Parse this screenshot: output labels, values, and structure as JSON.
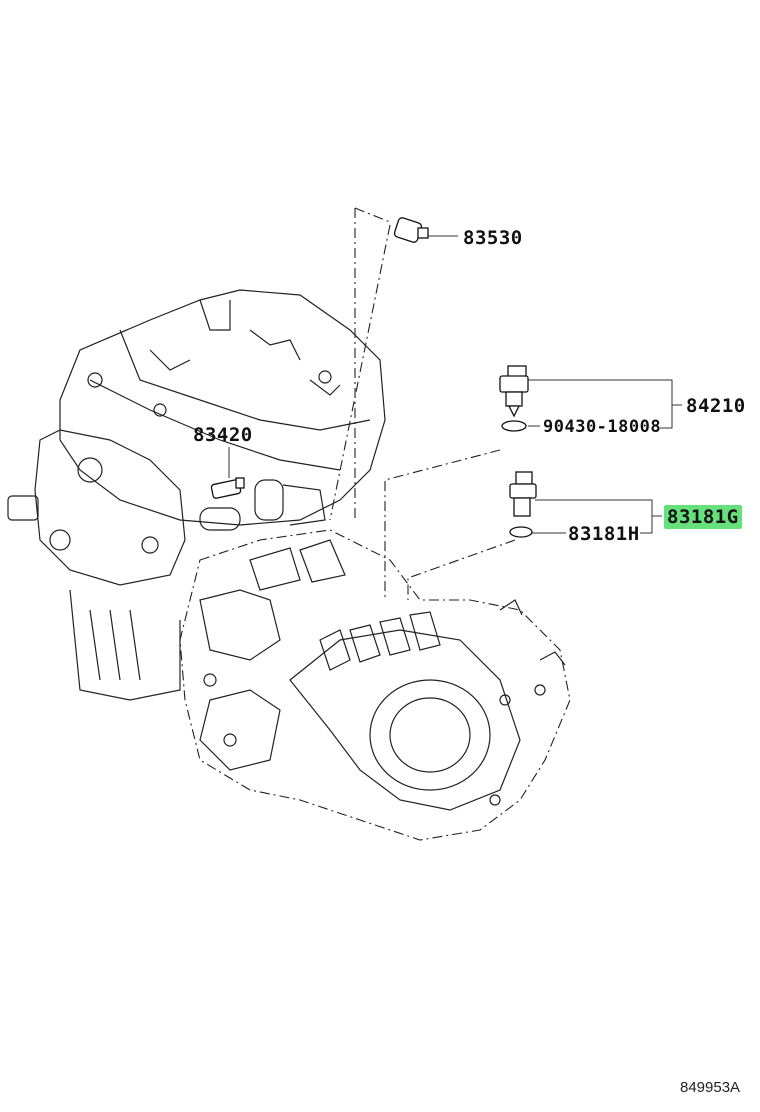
{
  "diagram": {
    "id_label": "849953A",
    "parts": [
      {
        "number": "83530",
        "highlighted": false
      },
      {
        "number": "84210",
        "highlighted": false
      },
      {
        "number": "90430-18008",
        "highlighted": false
      },
      {
        "number": "83420",
        "highlighted": false
      },
      {
        "number": "83181G",
        "highlighted": true
      },
      {
        "number": "83181H",
        "highlighted": false
      }
    ],
    "highlight_color": "#66e07a"
  }
}
